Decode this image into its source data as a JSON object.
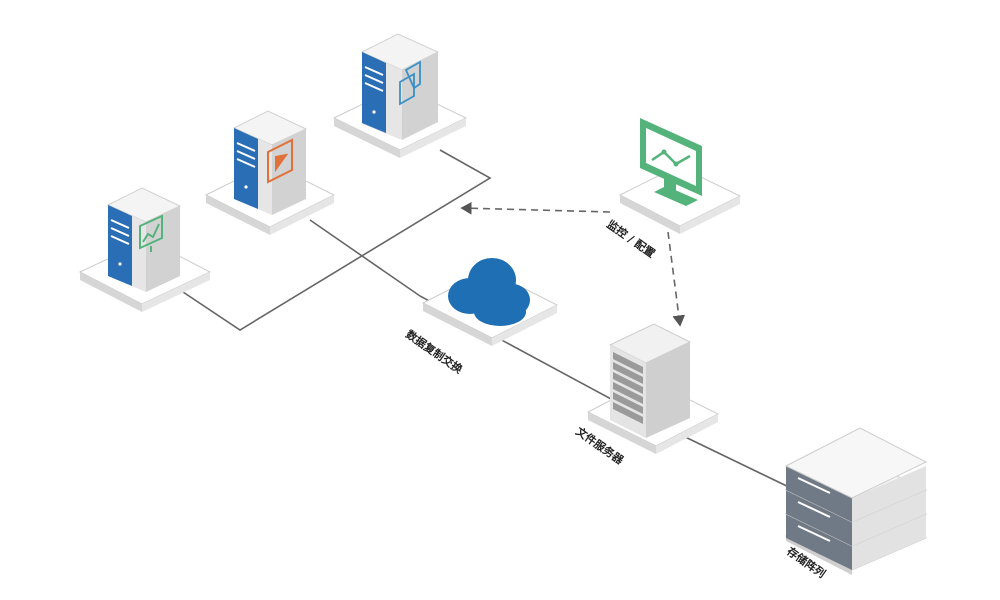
{
  "diagram": {
    "labels": {
      "monitor": "监控 / 配置",
      "cloud": "数据复制交换",
      "file_server": "文件服务器",
      "storage": "存储阵列"
    },
    "colors": {
      "server_blue": "#2a6eb5",
      "platform_top": "#ffffff",
      "platform_side": "#d8d8d8",
      "server_body": "#ececec",
      "server_shade": "#c9c9c9",
      "monitor_green": "#54b37a",
      "video_orange": "#e2703a",
      "cloud_blue": "#1f6fb4",
      "line": "#555555"
    },
    "icons": [
      "chart-icon",
      "video-icon",
      "documents-icon",
      "line-chart-icon",
      "cloud-icon",
      "rack-server-icon",
      "storage-array-icon"
    ]
  }
}
